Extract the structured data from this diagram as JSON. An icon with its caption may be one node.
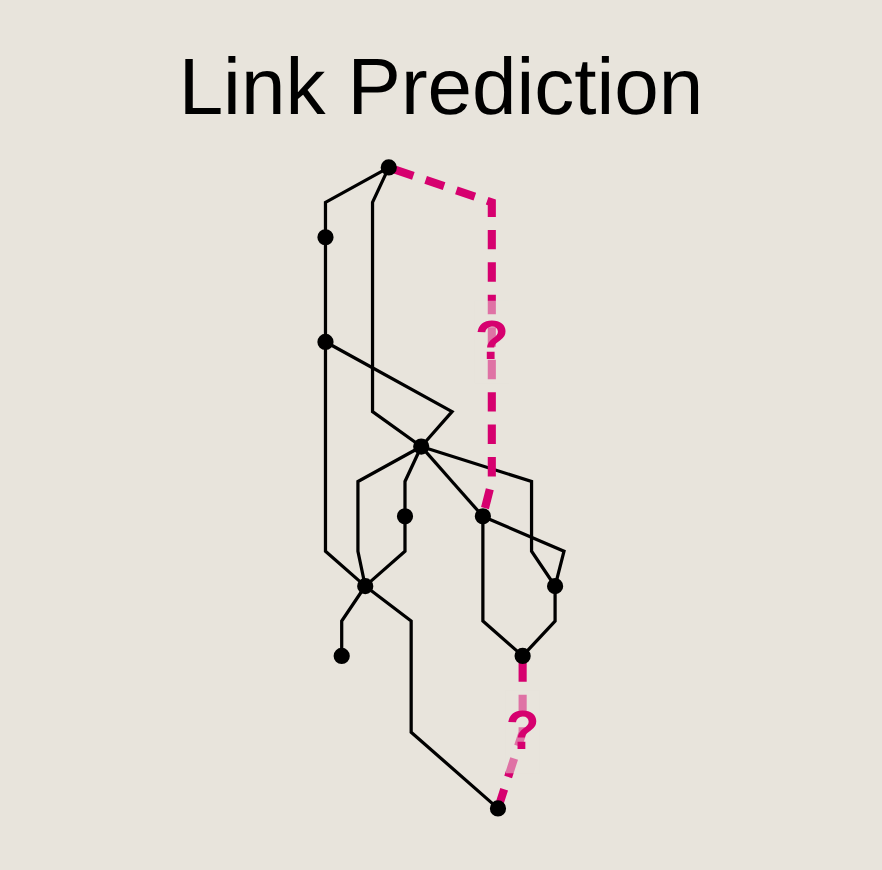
{
  "diagram": {
    "title": "Link Prediction",
    "nodes": [
      {
        "text": [],
        "shape": "circle"
      },
      {
        "text": [],
        "shape": "circle"
      },
      {
        "text": [],
        "shape": "circle"
      },
      {
        "text": [],
        "shape": "circle"
      },
      {
        "text": [],
        "shape": "circle"
      },
      {
        "text": [],
        "shape": "circle"
      },
      {
        "text": [],
        "shape": "circle"
      },
      {
        "text": [],
        "shape": "circle"
      },
      {
        "text": [],
        "shape": "circle"
      },
      {
        "text": [],
        "shape": "circle"
      },
      {
        "text": [],
        "shape": "circle"
      }
    ],
    "edges": [
      {
        "from": 1,
        "to": 0,
        "arrow": "none"
      },
      {
        "from": 0,
        "to": 2,
        "arrow": "none"
      },
      {
        "from": 1,
        "to": 3,
        "arrow": "none"
      },
      {
        "from": 2,
        "to": 3,
        "arrow": "none"
      },
      {
        "from": 2,
        "to": 4,
        "arrow": "none"
      },
      {
        "from": 3,
        "to": 4,
        "arrow": "none"
      },
      {
        "from": 3,
        "to": 6,
        "arrow": "none"
      },
      {
        "from": 3,
        "to": 7,
        "arrow": "none"
      },
      {
        "from": 3,
        "to": 8,
        "arrow": "none"
      },
      {
        "from": 8,
        "to": 4,
        "arrow": "none"
      },
      {
        "from": 4,
        "to": 5,
        "arrow": "none"
      },
      {
        "from": 4,
        "to": 9,
        "arrow": "none"
      },
      {
        "from": 6,
        "to": 7,
        "arrow": "none"
      },
      {
        "from": 6,
        "to": 10,
        "arrow": "none"
      },
      {
        "from": 7,
        "to": 10,
        "arrow": "none"
      },
      {
        "from": 1,
        "to": 6,
        "arrow": "none",
        "label": "?",
        "style": "dashed",
        "color": "#d6006f"
      },
      {
        "from": 10,
        "to": 9,
        "arrow": "none",
        "label": "?",
        "style": "dashed",
        "color": "#d6006f"
      }
    ]
  }
}
